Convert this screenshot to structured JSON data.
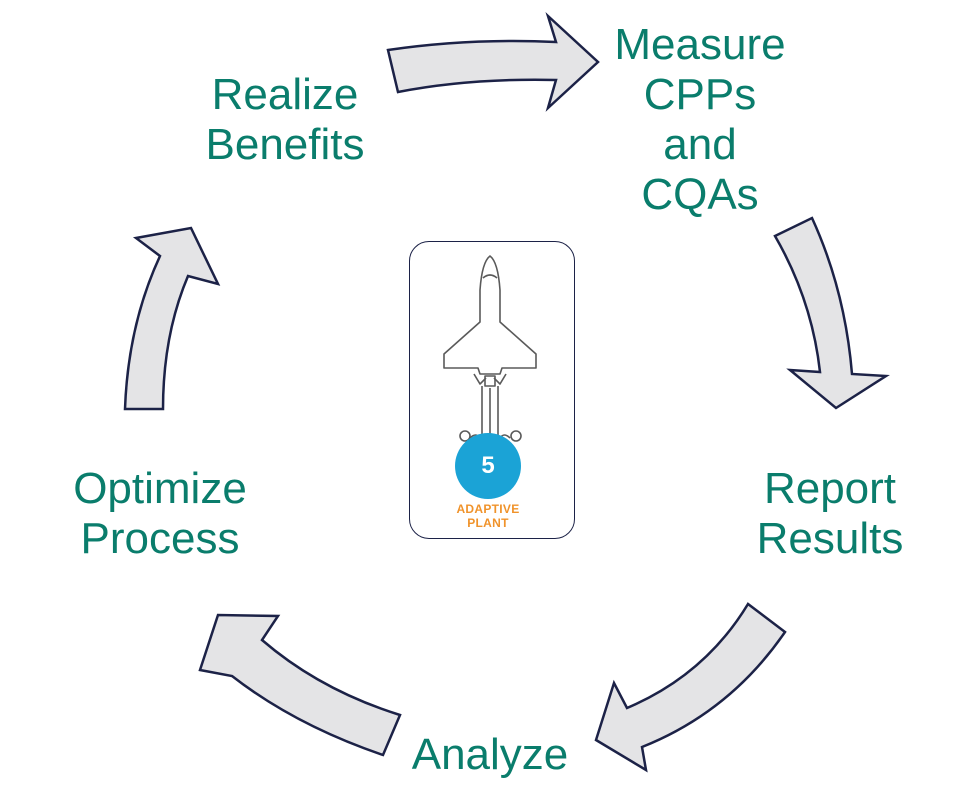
{
  "steps": {
    "measure": [
      "Measure",
      "CPPs",
      "and",
      "CQAs"
    ],
    "report": [
      "Report",
      "Results"
    ],
    "analyze": [
      "Analyze"
    ],
    "optimize": [
      "Optimize",
      "Process"
    ],
    "realize": [
      "Realize",
      "Benefits"
    ]
  },
  "badge": {
    "number": "5",
    "line1": "ADAPTIVE",
    "line2": "PLANT"
  },
  "colors": {
    "label": "#0a7d6c",
    "arrow_fill": "#e4e4e6",
    "arrow_stroke": "#1c2247",
    "badge_circle": "#1ba3d6",
    "badge_text": "#f0932b"
  },
  "icons": [
    "space-shuttle-icon"
  ]
}
